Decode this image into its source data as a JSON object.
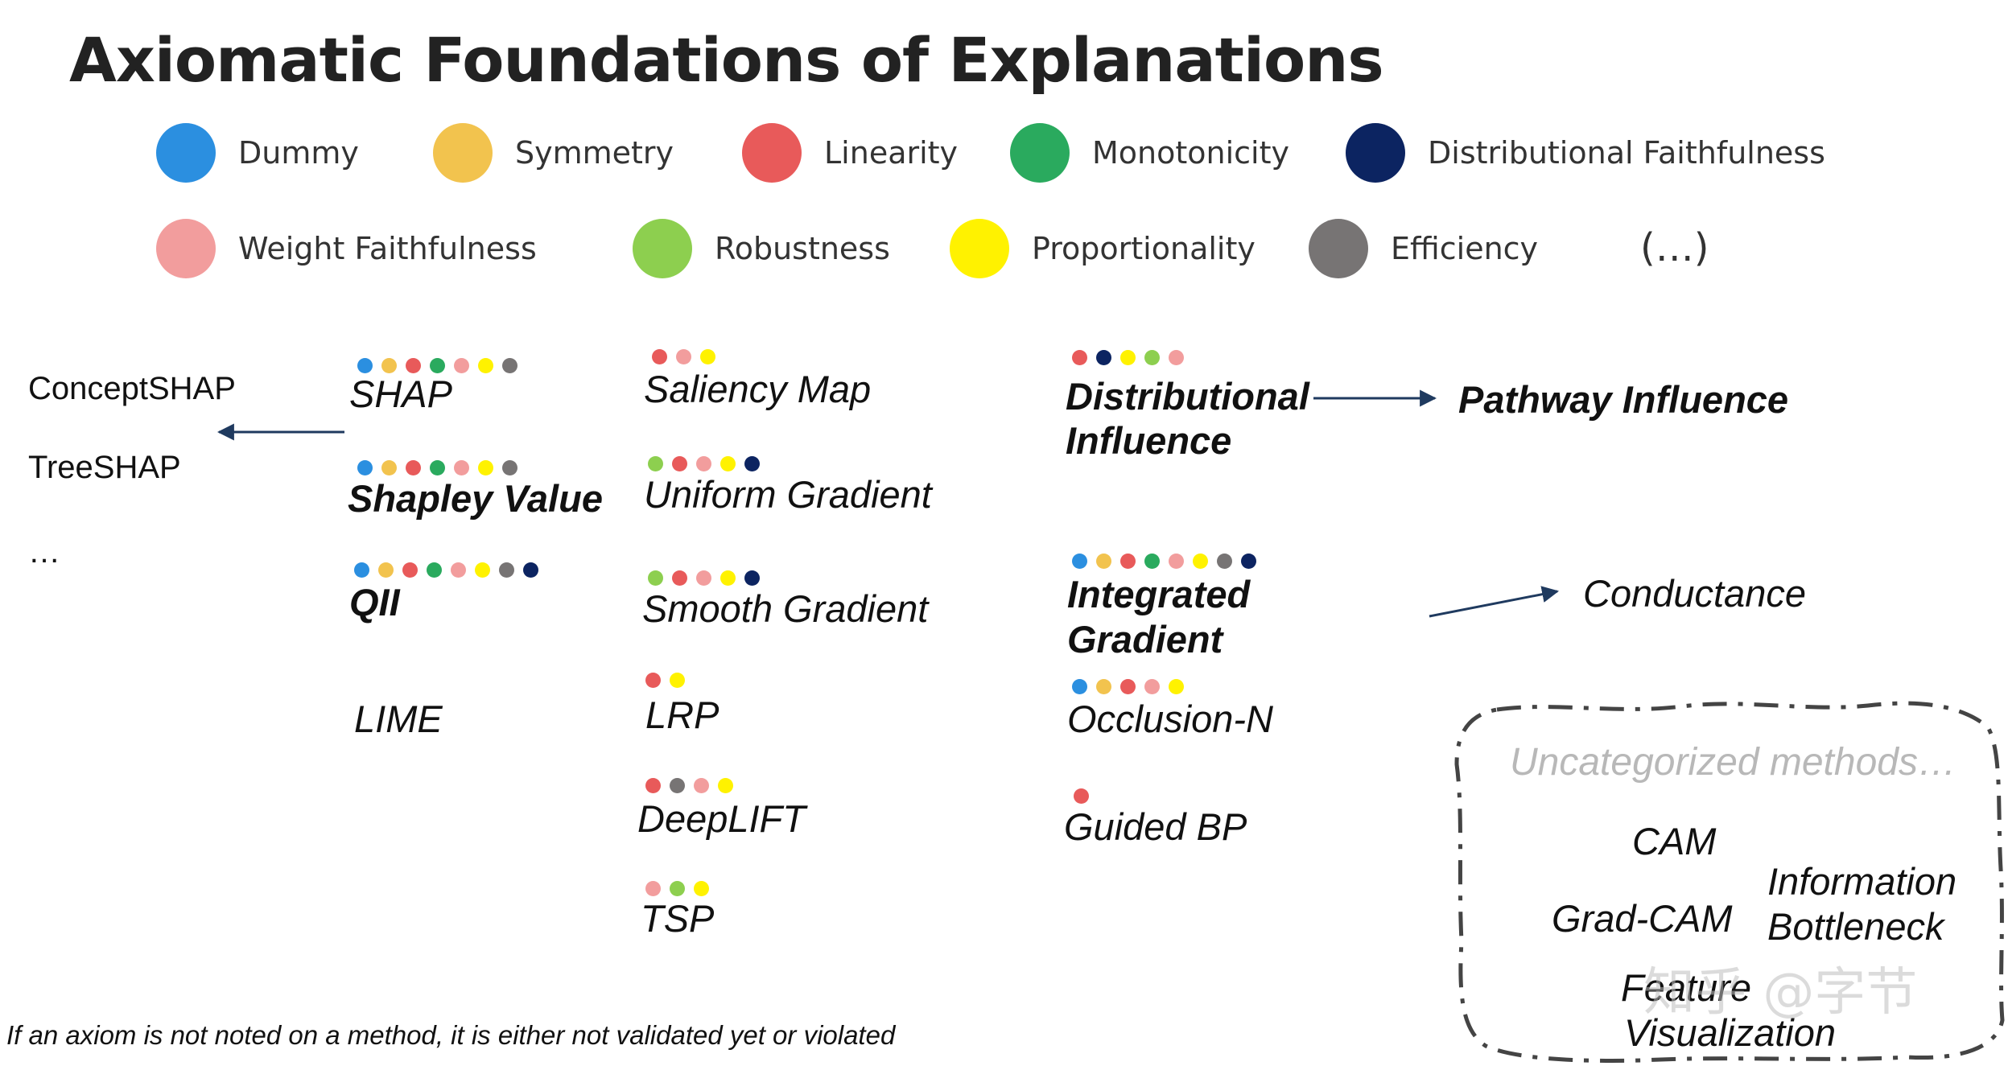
{
  "title": "Axiomatic Foundations of Explanations",
  "axioms": [
    {
      "key": "dummy",
      "label": "Dummy",
      "color": "#2b8fe0"
    },
    {
      "key": "symmetry",
      "label": "Symmetry",
      "color": "#f2c34e"
    },
    {
      "key": "linearity",
      "label": "Linearity",
      "color": "#e85a5a"
    },
    {
      "key": "monotonicity",
      "label": "Monotonicity",
      "color": "#2aaa5e"
    },
    {
      "key": "distfaith",
      "label": "Distributional Faithfulness",
      "color": "#0c2461"
    },
    {
      "key": "weightfaith",
      "label": "Weight Faithfulness",
      "color": "#f29d9d"
    },
    {
      "key": "robustness",
      "label": "Robustness",
      "color": "#8dcf4f"
    },
    {
      "key": "proportionality",
      "label": "Proportionality",
      "color": "#fff200"
    },
    {
      "key": "efficiency",
      "label": "Efficiency",
      "color": "#777474"
    }
  ],
  "legend_etc": "(…)",
  "methods": {
    "shap": {
      "label": "SHAP",
      "axioms": [
        "dummy",
        "symmetry",
        "linearity",
        "monotonicity",
        "weightfaith",
        "proportionality",
        "efficiency"
      ]
    },
    "shapley": {
      "label": "Shapley Value",
      "axioms": [
        "dummy",
        "symmetry",
        "linearity",
        "monotonicity",
        "weightfaith",
        "proportionality",
        "efficiency"
      ]
    },
    "qii": {
      "label": "QII",
      "axioms": [
        "dummy",
        "symmetry",
        "linearity",
        "monotonicity",
        "weightfaith",
        "proportionality",
        "efficiency",
        "distfaith"
      ]
    },
    "lime": {
      "label": "LIME",
      "axioms": []
    },
    "saliency": {
      "label": "Saliency Map",
      "axioms": [
        "linearity",
        "weightfaith",
        "proportionality"
      ]
    },
    "uniform": {
      "label": "Uniform Gradient",
      "axioms": [
        "robustness",
        "linearity",
        "weightfaith",
        "proportionality",
        "distfaith"
      ]
    },
    "smooth": {
      "label": "Smooth Gradient",
      "axioms": [
        "robustness",
        "linearity",
        "weightfaith",
        "proportionality",
        "distfaith"
      ]
    },
    "lrp": {
      "label": "LRP",
      "axioms": [
        "linearity",
        "proportionality"
      ]
    },
    "deeplift": {
      "label": "DeepLIFT",
      "axioms": [
        "linearity",
        "efficiency",
        "weightfaith",
        "proportionality"
      ]
    },
    "tsp": {
      "label": "TSP",
      "axioms": [
        "weightfaith",
        "robustness",
        "proportionality"
      ]
    },
    "distinf": {
      "label_1": "Distributional",
      "label_2": "Influence",
      "axioms": [
        "linearity",
        "distfaith",
        "proportionality",
        "robustness",
        "weightfaith"
      ]
    },
    "pathway": {
      "label": "Pathway Influence",
      "axioms": []
    },
    "ig": {
      "label_1": "Integrated",
      "label_2": "Gradient",
      "axioms": [
        "dummy",
        "symmetry",
        "linearity",
        "monotonicity",
        "weightfaith",
        "proportionality",
        "efficiency",
        "distfaith"
      ]
    },
    "conductance": {
      "label": "Conductance",
      "axioms": []
    },
    "occlusion": {
      "label": "Occlusion-N",
      "axioms": [
        "dummy",
        "symmetry",
        "linearity",
        "weightfaith",
        "proportionality"
      ]
    },
    "guidedbp": {
      "label": "Guided BP",
      "axioms": [
        "linearity"
      ]
    }
  },
  "shap_variants": {
    "concept": "ConceptSHAP",
    "tree": "TreeSHAP",
    "more": "…"
  },
  "uncategorized": {
    "title": "Uncategorized methods…",
    "cam": "CAM",
    "gradcam": "Grad-CAM",
    "ib_1": "Information",
    "ib_2": "Bottleneck",
    "fv_1": "Feature",
    "fv_2": "Visualization"
  },
  "footnote": "If an axiom is not noted on a method, it is either not validated yet or violated",
  "watermark": "知乎 @字节"
}
